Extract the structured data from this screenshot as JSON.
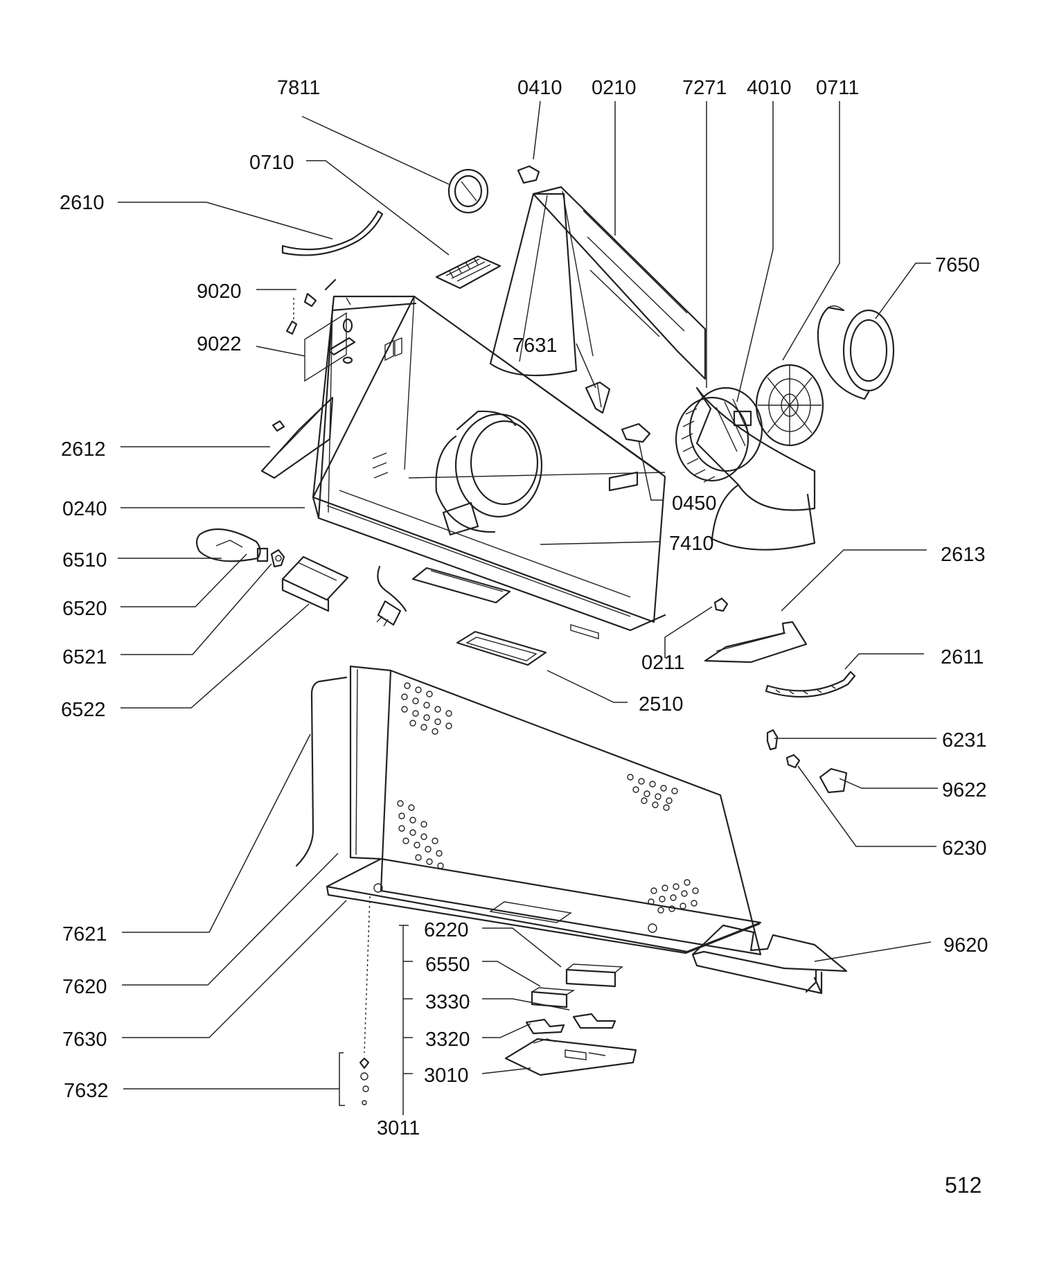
{
  "labels": {
    "p7811": "7811",
    "p0410": "0410",
    "p0210": "0210",
    "p7271": "7271",
    "p4010": "4010",
    "p0711": "0711",
    "p0710": "0710",
    "p2610": "2610",
    "p7650": "7650",
    "p9020": "9020",
    "p9022": "9022",
    "p7631": "7631",
    "p2612": "2612",
    "p0450": "0450",
    "p0240": "0240",
    "p7410": "7410",
    "p6510": "6510",
    "p2613": "2613",
    "p6520": "6520",
    "p6521": "6521",
    "p0211": "0211",
    "p2611": "2611",
    "p6522": "6522",
    "p2510": "2510",
    "p6231": "6231",
    "p9622": "9622",
    "p6230": "6230",
    "p7621": "7621",
    "p7620": "7620",
    "p9620": "9620",
    "p6220": "6220",
    "p6550": "6550",
    "p7630": "7630",
    "p3330": "3330",
    "p3320": "3320",
    "p3010": "3010",
    "p7632": "7632",
    "p3011": "3011"
  },
  "page_number": "512"
}
